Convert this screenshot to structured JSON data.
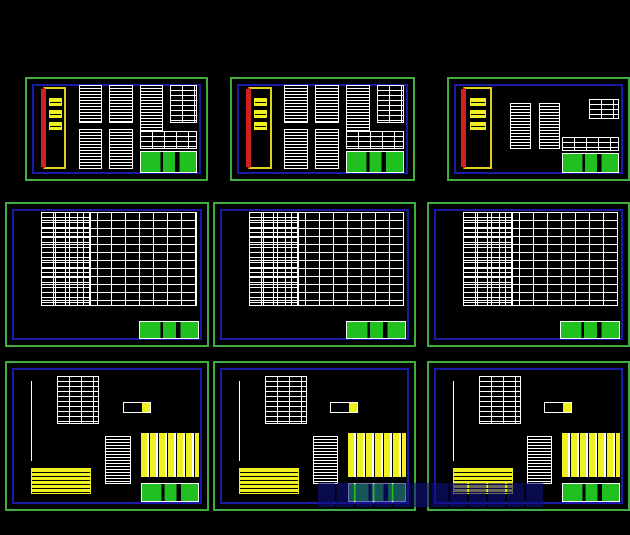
{
  "canvas": {
    "background": "#000000",
    "frame_color": "#3fae3f",
    "border_color": "#1a1aa8"
  },
  "sheets": [
    {
      "type": "cabinet-elevation"
    },
    {
      "type": "cabinet-elevation"
    },
    {
      "type": "cabinet-elevation-small"
    },
    {
      "type": "wiring-table"
    },
    {
      "type": "wiring-table"
    },
    {
      "type": "wiring-table"
    },
    {
      "type": "schematic"
    },
    {
      "type": "schematic"
    },
    {
      "type": "schematic"
    }
  ],
  "colors": {
    "line": "#ffffff",
    "yellow": "#f0f020",
    "red": "#d02020",
    "green": "#20c020"
  }
}
